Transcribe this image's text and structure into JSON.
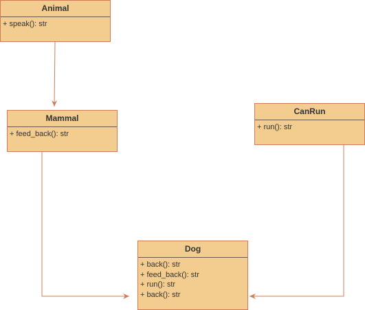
{
  "diagram": {
    "classes": [
      {
        "id": "animal",
        "name": "Animal",
        "methods": [
          "+ speak(): str"
        ]
      },
      {
        "id": "mammal",
        "name": "Mammal",
        "methods": [
          "+ feed_back(): str"
        ]
      },
      {
        "id": "canrun",
        "name": "CanRun",
        "methods": [
          "+ run(): str"
        ]
      },
      {
        "id": "dog",
        "name": "Dog",
        "methods": [
          "+ back(): str",
          "+ feed_back(): str",
          "+ run(): str",
          "+ back(): str"
        ]
      }
    ],
    "relations": [
      {
        "from": "animal",
        "to": "mammal"
      },
      {
        "from": "mammal",
        "to": "dog"
      },
      {
        "from": "canrun",
        "to": "dog"
      }
    ],
    "colors": {
      "class_fill": "#f3cc8f",
      "class_border": "#cf7b57",
      "connector": "#cf7b57",
      "text": "#333333"
    }
  }
}
